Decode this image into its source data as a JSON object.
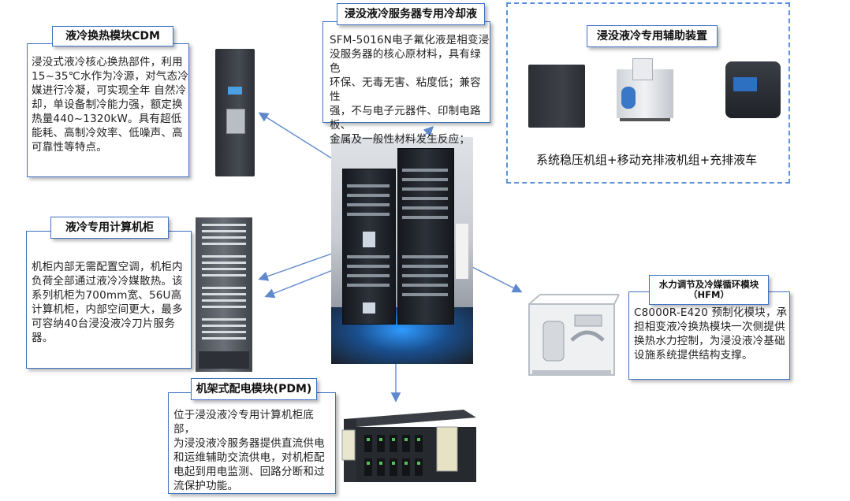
{
  "colors": {
    "border": "#3f72c4",
    "arrow": "#5f89cc",
    "dash": "#5b8fd6",
    "glow": "#2f9bff"
  },
  "cdm": {
    "title": "液冷换热模块CDM",
    "text": "浸没式液冷核心换热部件，利用\n15~35℃水作为冷源，对气态冷\n媒进行冷凝，可实现全年 自然冷\n却，单设备制冷能力强，额定换\n热量440~1320kW。具有超低\n能耗、高制冷效率、低噪声、高\n可靠性等特点。"
  },
  "coolant": {
    "title": "浸没液冷服务器专用冷却液",
    "text": "SFM-5016N电子氟化液是相变浸\n没服务器的核心原材料，具有绿色\n环保、无毒无害、粘度低；兼容性\n强，不与电子元器件、印制电路板、\n金属及一般性材料发生反应；"
  },
  "aux": {
    "title": "浸没液冷专用辅助装置",
    "caption": "系统稳压机组+移动充排液机组+充排液车"
  },
  "cabinet": {
    "title": "液冷专用计算机柜",
    "text": "机柜内部无需配置空调，机柜内\n负荷全部通过液冷冷媒散热。该\n系列机柜为700mm宽、56U高\n计算机柜，内部空间更大，最多\n可容纳40台浸没液冷刀片服务器。"
  },
  "hfm": {
    "title_line1": "水力调节及冷媒循环模块",
    "title_line2": "（HFM）",
    "text": "C8000R-E420 预制化模块，承\n担相变液冷换热模块一次侧提供\n换热水力控制，为浸没液冷基础\n设施系统提供结构支撑。"
  },
  "pdm": {
    "title": "机架式配电模块(PDM)",
    "text": "位于浸没液冷专用计算机柜底部，\n为浸没液冷服务器提供直流供电\n和运维辅助交流供电，对机柜配\n电起到用电监测、回路分断和过\n流保护功能。"
  }
}
